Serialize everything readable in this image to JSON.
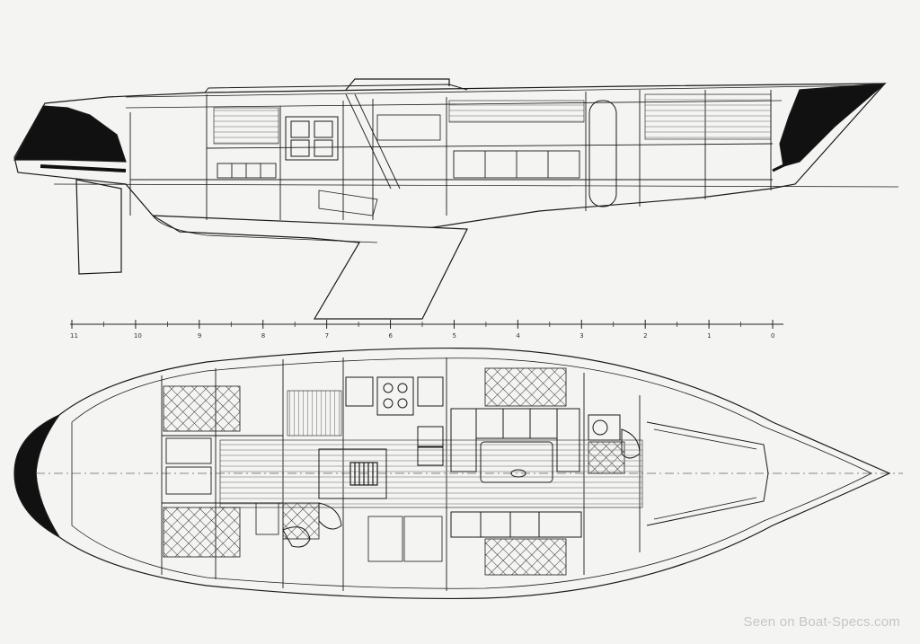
{
  "watermark": {
    "text": "Seen on Boat-Specs.com"
  },
  "scale": {
    "labels": [
      "11",
      "10",
      "9",
      "8",
      "7",
      "6",
      "5",
      "4",
      "3",
      "2",
      "1",
      "0"
    ]
  },
  "colors": {
    "paper": "#f4f4f2",
    "ink": "#1a1a1a",
    "hatch": "#555555",
    "watermark": "#c6c6c6"
  }
}
